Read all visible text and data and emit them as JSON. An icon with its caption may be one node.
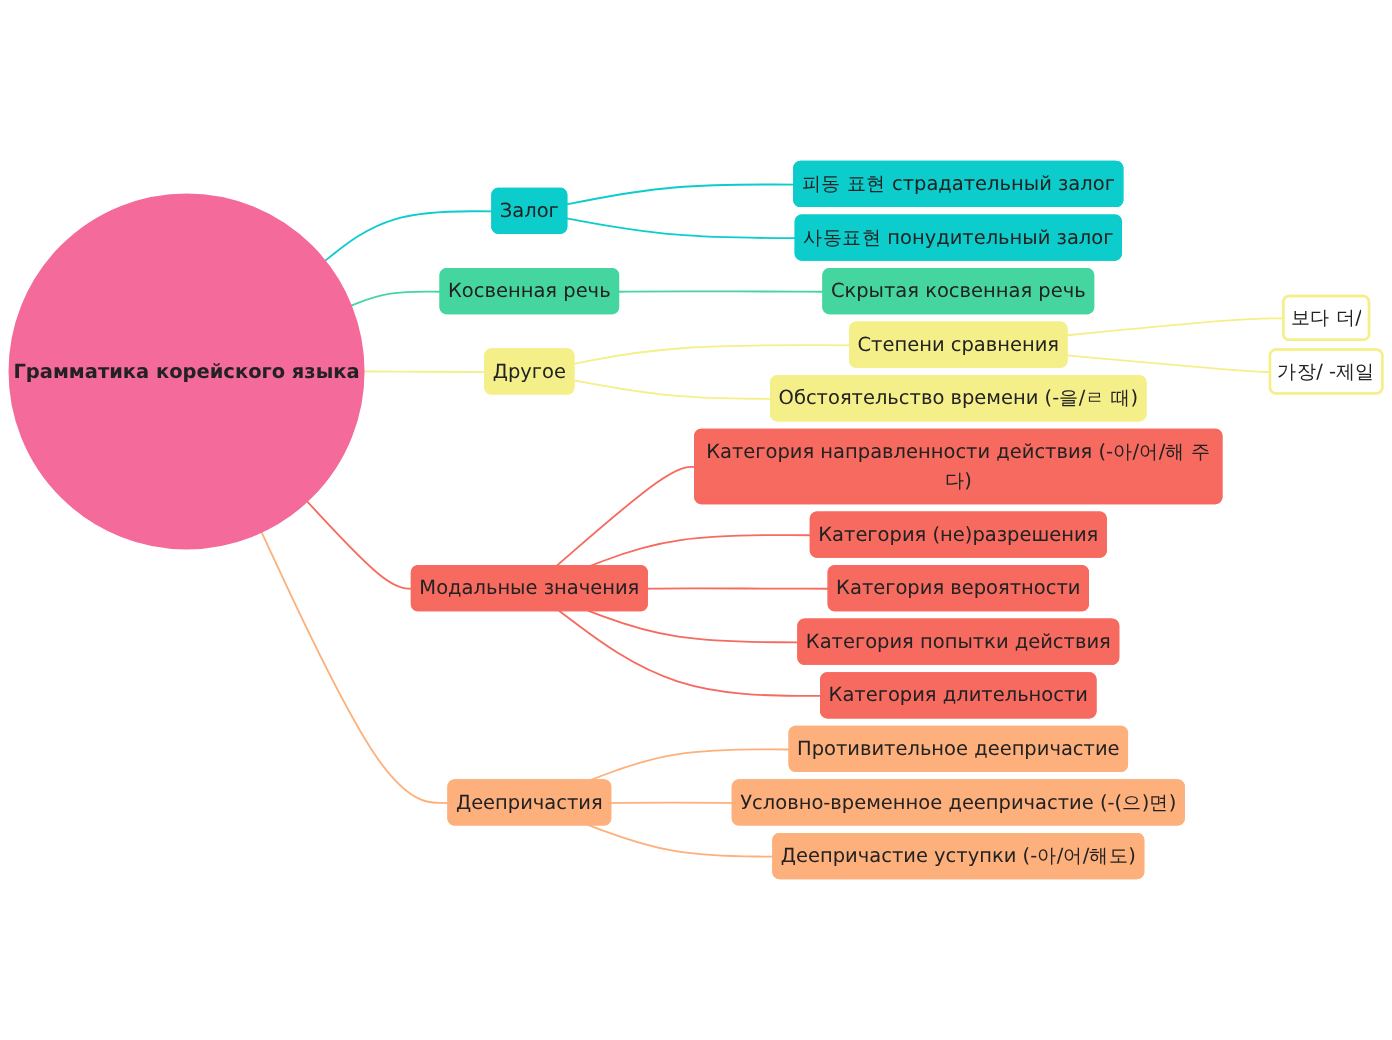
{
  "diagram": {
    "nodes": [
      {
        "text": [
          "Грамматика корейского языка"
        ]
      },
      {
        "text": [
          "Залог"
        ]
      },
      {
        "text": [
          "피동 표현 страдательный залог"
        ]
      },
      {
        "text": [
          "사동표현 понудительный залог"
        ]
      },
      {
        "text": [
          "Косвенная речь"
        ]
      },
      {
        "text": [
          "Скрытая косвенная речь"
        ]
      },
      {
        "text": [
          "Другое"
        ]
      },
      {
        "text": [
          "Степени сравнения"
        ]
      },
      {
        "text": [
          "보다 더/"
        ]
      },
      {
        "text": [
          "가장/ -제일"
        ]
      },
      {
        "text": [
          "Обстоятельство времени (-을/ㄹ 때)"
        ]
      },
      {
        "text": [
          "Модальные значения"
        ]
      },
      {
        "text": [
          "Категория направленности действия (-아/어/해 주다)"
        ]
      },
      {
        "text": [
          "Категория (не)разрешения"
        ]
      },
      {
        "text": [
          "Категория вероятности"
        ]
      },
      {
        "text": [
          "Категория попытки действия"
        ]
      },
      {
        "text": [
          "Категория длительности"
        ]
      },
      {
        "text": [
          "Деепричастия"
        ]
      },
      {
        "text": [
          "Противительное деепричастие"
        ]
      },
      {
        "text": [
          "Условно-временное деепричастие (-(으)면)"
        ]
      },
      {
        "text": [
          "Деепричастие уступки (-아/어/해도)"
        ]
      }
    ],
    "edges": [
      {
        "from": 0,
        "to": 1,
        "arrow": "none",
        "color": "#0ccccc"
      },
      {
        "from": 1,
        "to": 2,
        "arrow": "none",
        "color": "#0ccccc"
      },
      {
        "from": 1,
        "to": 3,
        "arrow": "none",
        "color": "#0ccccc"
      },
      {
        "from": 0,
        "to": 4,
        "arrow": "none",
        "color": "#45d6a0"
      },
      {
        "from": 4,
        "to": 5,
        "arrow": "none",
        "color": "#45d6a0"
      },
      {
        "from": 0,
        "to": 6,
        "arrow": "none",
        "color": "#f5ef8a"
      },
      {
        "from": 6,
        "to": 7,
        "arrow": "none",
        "color": "#f5ef8a"
      },
      {
        "from": 7,
        "to": 8,
        "arrow": "none",
        "color": "#f5ef8a"
      },
      {
        "from": 7,
        "to": 9,
        "arrow": "none",
        "color": "#f5ef8a"
      },
      {
        "from": 6,
        "to": 10,
        "arrow": "none",
        "color": "#f5ef8a"
      },
      {
        "from": 0,
        "to": 11,
        "arrow": "none",
        "color": "#f66a5f"
      },
      {
        "from": 11,
        "to": 12,
        "arrow": "none",
        "color": "#f66a5f"
      },
      {
        "from": 11,
        "to": 13,
        "arrow": "none",
        "color": "#f66a5f"
      },
      {
        "from": 11,
        "to": 14,
        "arrow": "none",
        "color": "#f66a5f"
      },
      {
        "from": 11,
        "to": 15,
        "arrow": "none",
        "color": "#f66a5f"
      },
      {
        "from": 11,
        "to": 16,
        "arrow": "none",
        "color": "#f66a5f"
      },
      {
        "from": 0,
        "to": 17,
        "arrow": "none",
        "color": "#fdb07c"
      },
      {
        "from": 17,
        "to": 18,
        "arrow": "none",
        "color": "#fdb07c"
      },
      {
        "from": 17,
        "to": 19,
        "arrow": "none",
        "color": "#fdb07c"
      },
      {
        "from": 17,
        "to": 20,
        "arrow": "none",
        "color": "#fdb07c"
      }
    ]
  }
}
